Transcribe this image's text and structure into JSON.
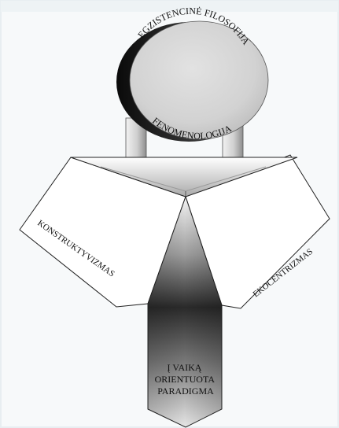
{
  "disc": {
    "top_label": "EGZISTENCINĖ FILOSOFIJA",
    "bottom_label": "FENOMENOLOGIJA"
  },
  "left_panel": {
    "label": "KONSTRUKTYVIZMAS"
  },
  "right_panel": {
    "label": "EKOCENTRIZMAS"
  },
  "center_tie": {
    "lines": [
      "Į VAIKĄ",
      "ORIENTUOTA",
      "PARADIGMA"
    ]
  },
  "colors": {
    "background": "#f7f9fa",
    "frame": "#e8eef1",
    "disc_face": "#d2d2d2",
    "disc_edge": "#1e1e1e",
    "tie_dark": "#2a2a2a",
    "outline": "#222222"
  }
}
